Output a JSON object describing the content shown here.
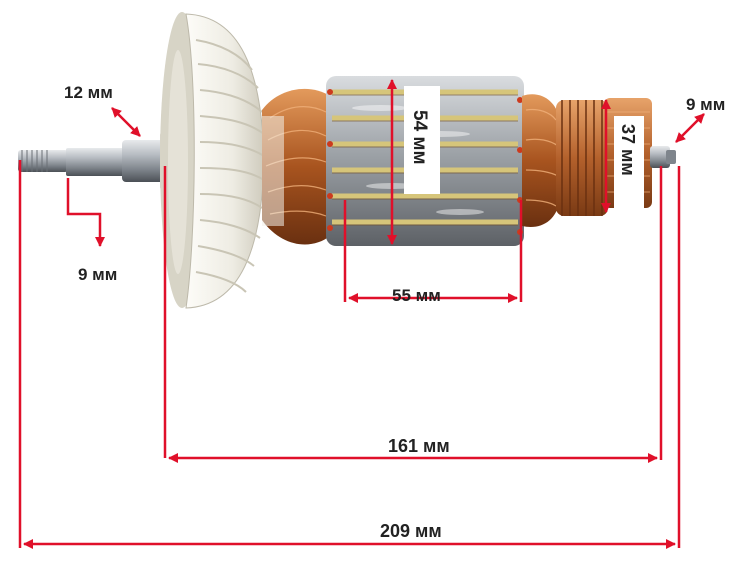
{
  "dimensions": {
    "shaft_left_length": "12 мм",
    "shaft_left_diameter": "9 мм",
    "commutator_diameter": "54 мм",
    "commutator_length": "55 мм",
    "bearing_seat_diameter": "37 мм",
    "shaft_right_diameter": "9 мм",
    "center_length": "161 мм",
    "total_length": "209 мм"
  },
  "colors": {
    "dimension_line": "#e0102a",
    "label_text": "#222222",
    "fan": "#f3f1ea",
    "steel": "#a9aeb4",
    "copper": "#b9652a",
    "insulation_yellow": "#d6c57a"
  }
}
